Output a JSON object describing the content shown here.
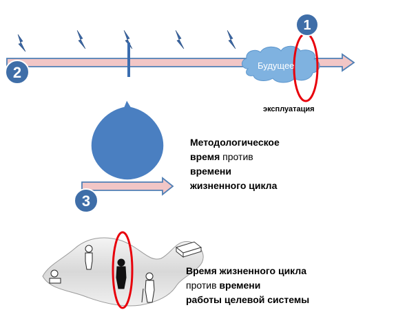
{
  "timeline": {
    "cloud_label": "Будущее",
    "exploitation_label": "эксплуатация",
    "markers": [
      "1",
      "2",
      "3"
    ]
  },
  "text_block_1": {
    "line1": "Методологическое",
    "line2_bold": "время",
    "line2_normal": " против",
    "line3": "времени",
    "line4": "жизненного цикла"
  },
  "text_block_2": {
    "line1": "Время жизненного цикла",
    "line2_normal": "против ",
    "line2_bold": "времени",
    "line3": "работы целевой системы"
  },
  "colors": {
    "arrow_fill": "#f2c6c6",
    "arrow_stroke": "#4f7fb5",
    "circle_blue": "#3f6ea8",
    "cloud": "#7fb2e0",
    "highlight_red": "#e8000b",
    "drop_blue": "#4a7fc1"
  }
}
